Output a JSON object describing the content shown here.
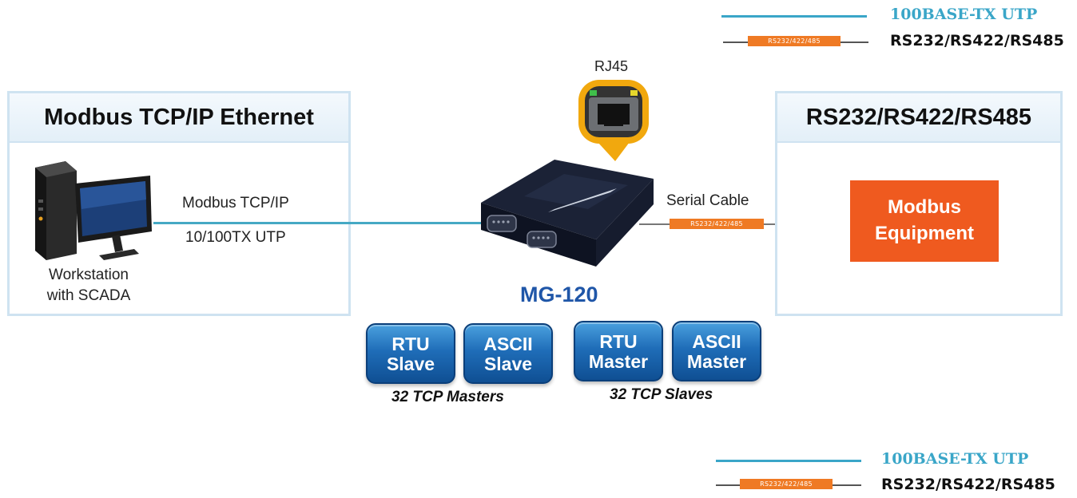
{
  "legend_top": {
    "utp_label": "100BASE-TX UTP",
    "serial_tag": "RS232/422/485",
    "serial_label": "RS232/RS422/RS485"
  },
  "legend_bottom": {
    "utp_label": "100BASE-TX UTP",
    "serial_tag": "RS232/422/485",
    "serial_label": "RS232/RS422/RS485"
  },
  "left_panel": {
    "title": "Modbus TCP/IP Ethernet",
    "workstation_line1": "Workstation",
    "workstation_line2": "with SCADA"
  },
  "ethernet_link": {
    "line1": "Modbus TCP/IP",
    "line2": "10/100TX UTP"
  },
  "device": {
    "port_label": "RJ45",
    "model": "MG-120"
  },
  "serial_link": {
    "label": "Serial Cable",
    "tag": "RS232/422/485"
  },
  "right_panel": {
    "title": "RS232/RS422/RS485",
    "equipment_line1": "Modbus",
    "equipment_line2": "Equipment"
  },
  "modes": {
    "slave_group": {
      "items": [
        {
          "line1": "RTU",
          "line2": "Slave"
        },
        {
          "line1": "ASCII",
          "line2": "Slave"
        }
      ],
      "label": "32 TCP Masters"
    },
    "master_group": {
      "items": [
        {
          "line1": "RTU",
          "line2": "Master"
        },
        {
          "line1": "ASCII",
          "line2": "Master"
        }
      ],
      "label": "32 TCP Slaves"
    }
  },
  "colors": {
    "utp_line": "#3aa6c8",
    "serial_tag": "#ef7a24",
    "equipment": "#ef5a1f",
    "model_text": "#1f56a8",
    "button": "#1f6db8"
  }
}
